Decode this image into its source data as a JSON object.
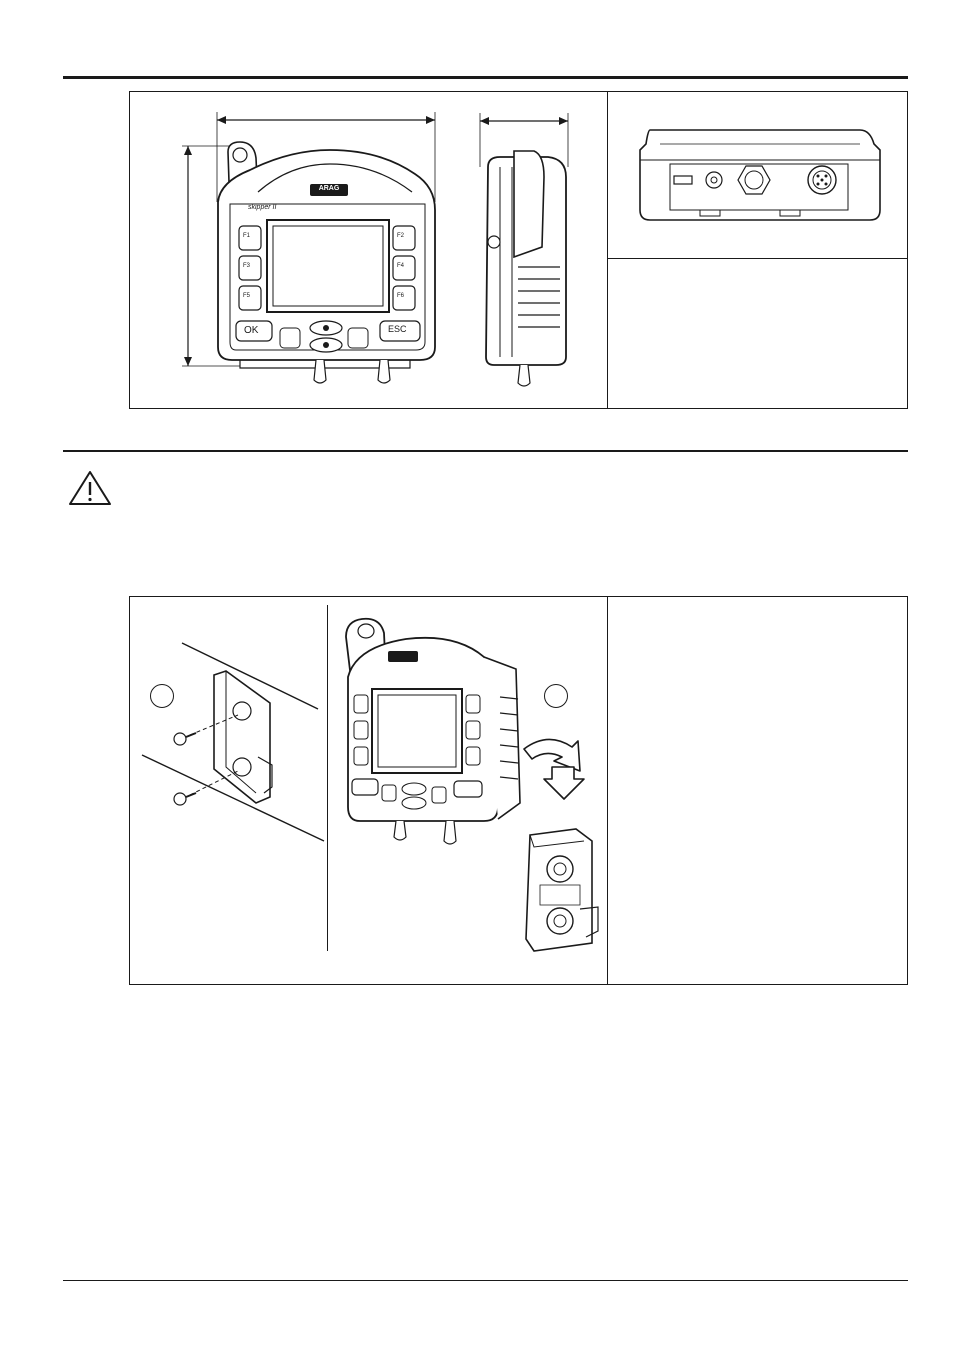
{
  "device": {
    "brand_label": "ARAG",
    "model_label": "skipper II",
    "key_f1": "F1",
    "key_f2": "F2",
    "key_f3": "F3",
    "key_f4": "F4",
    "key_f5": "F5",
    "key_f6": "F6",
    "key_ok": "OK",
    "key_esc": "ESC"
  },
  "install": {
    "step1_marker": "",
    "step2_marker": ""
  },
  "colors": {
    "line": "#1a1a1a",
    "paper": "#ffffff",
    "hatch": "#9a9a9a"
  },
  "icons": {
    "warning": "warning-triangle-icon",
    "rotate": "curved-arrow-icon"
  }
}
